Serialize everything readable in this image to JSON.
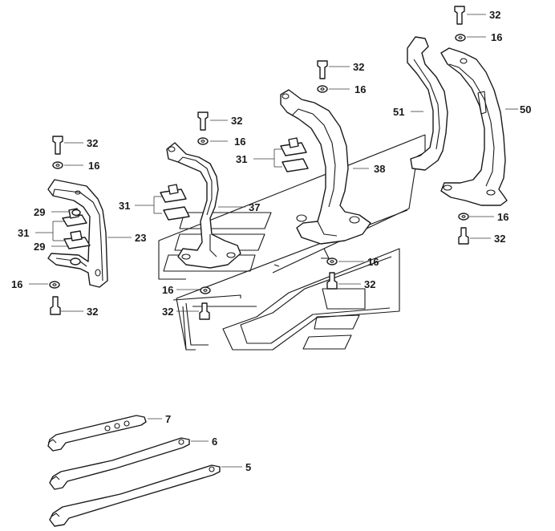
{
  "diagram": {
    "labels": {
      "n32_a": "32",
      "n16_a": "16",
      "n32_b": "32",
      "n16_b": "16",
      "n51": "51",
      "n50": "50",
      "n32_c": "32",
      "n16_c": "16",
      "n31_a": "31",
      "n38": "38",
      "n32_d": "32",
      "n16_d": "16",
      "n29_a": "29",
      "n31_b": "31",
      "n29_b": "29",
      "n23": "23",
      "n16_e": "16",
      "n32_e": "32",
      "n31_c": "31",
      "n37": "37",
      "n16_f": "16",
      "n32_f": "32",
      "n16_g": "16",
      "n32_g": "32",
      "n16_h": "16",
      "n32_h": "32",
      "n7": "7",
      "n6": "6",
      "n5": "5"
    }
  }
}
